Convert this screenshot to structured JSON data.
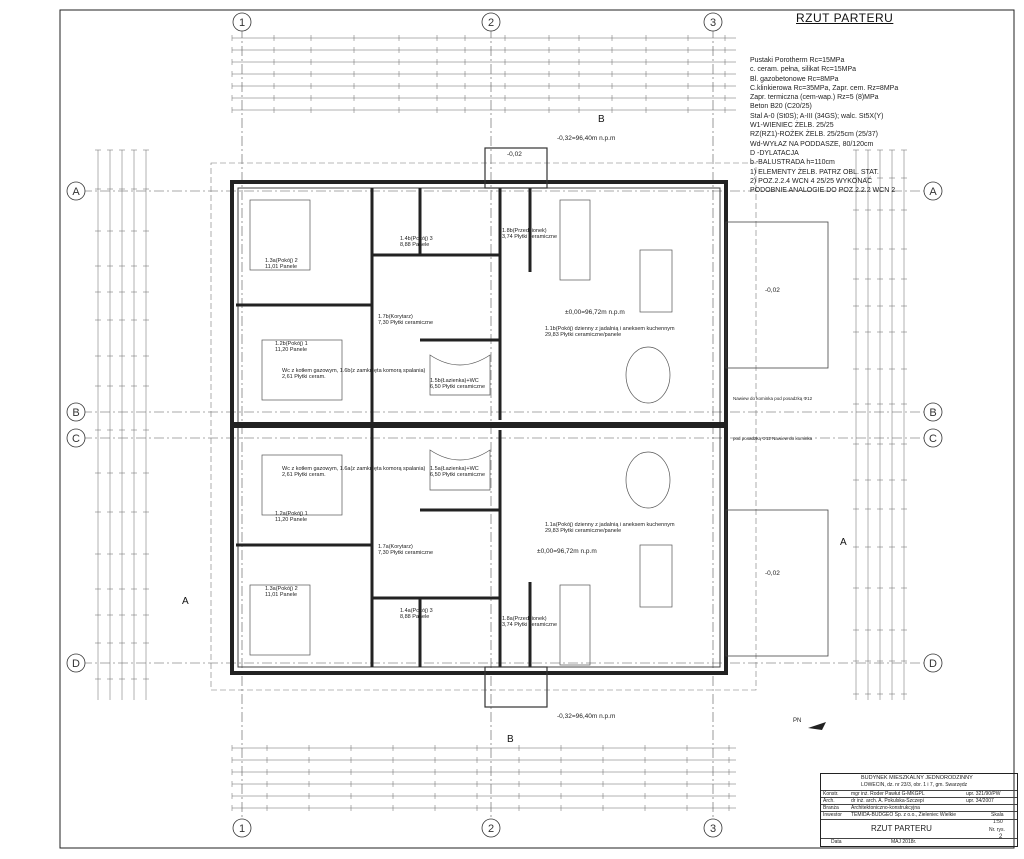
{
  "title": "RZUT PARTERU",
  "axes": {
    "vertical": [
      "1",
      "2",
      "3"
    ],
    "horizontal": [
      "A",
      "B",
      "C",
      "D"
    ]
  },
  "section_marks": [
    "B",
    "B",
    "A",
    "A"
  ],
  "notes": [
    "Pustaki Porotherm Rc=15MPa",
    "c. ceram. pełna, silikat Rc=15MPa",
    "Bl. gazobetonowe Rc=8MPa",
    "C.klinkierowa Rc=35MPa, Zapr. cem. Rz=8MPa",
    "Zapr. termiczna (cem-wap.) Rz=5 (8)MPa",
    "Beton B20 (C20/25)",
    "Stal A-0 (St0S); A-III (34GS); walc. St5X(Y)",
    "W1-WIENIEC ŻELB. 25/25",
    "RZ(RZ1)-ROŻEK ŻELB. 25/25cm (25/37)",
    "Wd-WYŁAZ NA PODDASZE, 80/120cm",
    "D -DYLATACJA",
    "b -BALUSTRADA h=110cm",
    "1) ELEMENTY ŻELB. PATRZ OBL. STAT.",
    "2) POZ.2.2.4 WCN 4 25/25 WYKONAĆ",
    "PODOBNIE ANALOGIE DO POZ.2.2.2 WCN 2"
  ],
  "levels": [
    "-0,32=96,40m n.p.m",
    "±0,00=96,72m n.p.m",
    "-0,02",
    "-0,02",
    "±0,00=96,72m n.p.m",
    "-0,32=96,40m n.p.m"
  ],
  "rooms": [
    {
      "name": "1.3a(Pokój) 2",
      "area": "11,01 Panele"
    },
    {
      "name": "1.4b(Pokój) 3",
      "area": "8,88 Panele"
    },
    {
      "name": "1.8b(Przedsionek)",
      "area": "3,74 Płytki ceramiczne"
    },
    {
      "name": "1.7b(Korytarz)",
      "area": "7,30 Płytki ceramiczne"
    },
    {
      "name": "1.2b(Pokój) 1",
      "area": "11,20 Panele"
    },
    {
      "name": "1.5b(Łazienka)+WC",
      "area": "6,50 Płytki ceramiczne"
    },
    {
      "name": "1.1b(Pokój) dzienny z jadalnią i aneksem kuchennym",
      "area": "29,83 Płytki ceramiczne/panele"
    },
    {
      "name": "Wc z kotłem gazowym, 1.6b(z zamknięta komorą spalania)",
      "area": "2,61 Płytki ceram."
    },
    {
      "name": "Wc z kotłem gazowym, 1.6a(z zamknięta komorą spalania)",
      "area": "2,61 Płytki ceram."
    },
    {
      "name": "1.5a(Łazienka)+WC",
      "area": "6,50 Płytki ceramiczne"
    },
    {
      "name": "1.1a(Pokój) dzienny z jadalnią i aneksem kuchennym",
      "area": "29,83 Płytki ceramiczne/panele"
    },
    {
      "name": "1.2a(Pokój) 1",
      "area": "11,20 Panele"
    },
    {
      "name": "1.7a(Korytarz)",
      "area": "7,30 Płytki ceramiczne"
    },
    {
      "name": "1.3a(Pokój) 2",
      "area": "11,01 Panele"
    },
    {
      "name": "1.4a(Pokój) 3",
      "area": "8,88 Panele"
    },
    {
      "name": "1.8a(Przedsionek)",
      "area": "3,74 Płytki ceramiczne"
    }
  ],
  "annotations": [
    "Nawiew do kominka pod posadzką Φ12",
    "pod posadzką Φ12 Nawiew do kominka"
  ],
  "north": "PN",
  "title_block": {
    "project": "BUDYNEK MIESZKALNY JEDNORODZINNY",
    "address": "LOWECIN, dz. nr 23/3, obr. 1 i 7, gm. Swarzędz",
    "rows": [
      {
        "label": "Konstr.",
        "name": "mgr inż. Roder Pawłut G-MKGPL",
        "id": "upr. 321/90/PW"
      },
      {
        "label": "Arch.",
        "name": "dr inż. arch. A. Pokulska-Szczepi",
        "id": "upr. 34/2007"
      },
      {
        "label": "Branża",
        "name": "Architektoniczno-konstrukcyjna",
        "id": ""
      },
      {
        "label": "Inwestor",
        "name": "TEMIDA-BUDGEO Sp. z o.o., Zieleniec Wielkie",
        "id": ""
      }
    ],
    "sheet_title": "RZUT PARTERU",
    "skala_label": "Skala",
    "skala": "1:50",
    "nr_label": "Nr. rys.",
    "nr": "2",
    "data_label": "Data",
    "data": "MAJ 2018r."
  }
}
